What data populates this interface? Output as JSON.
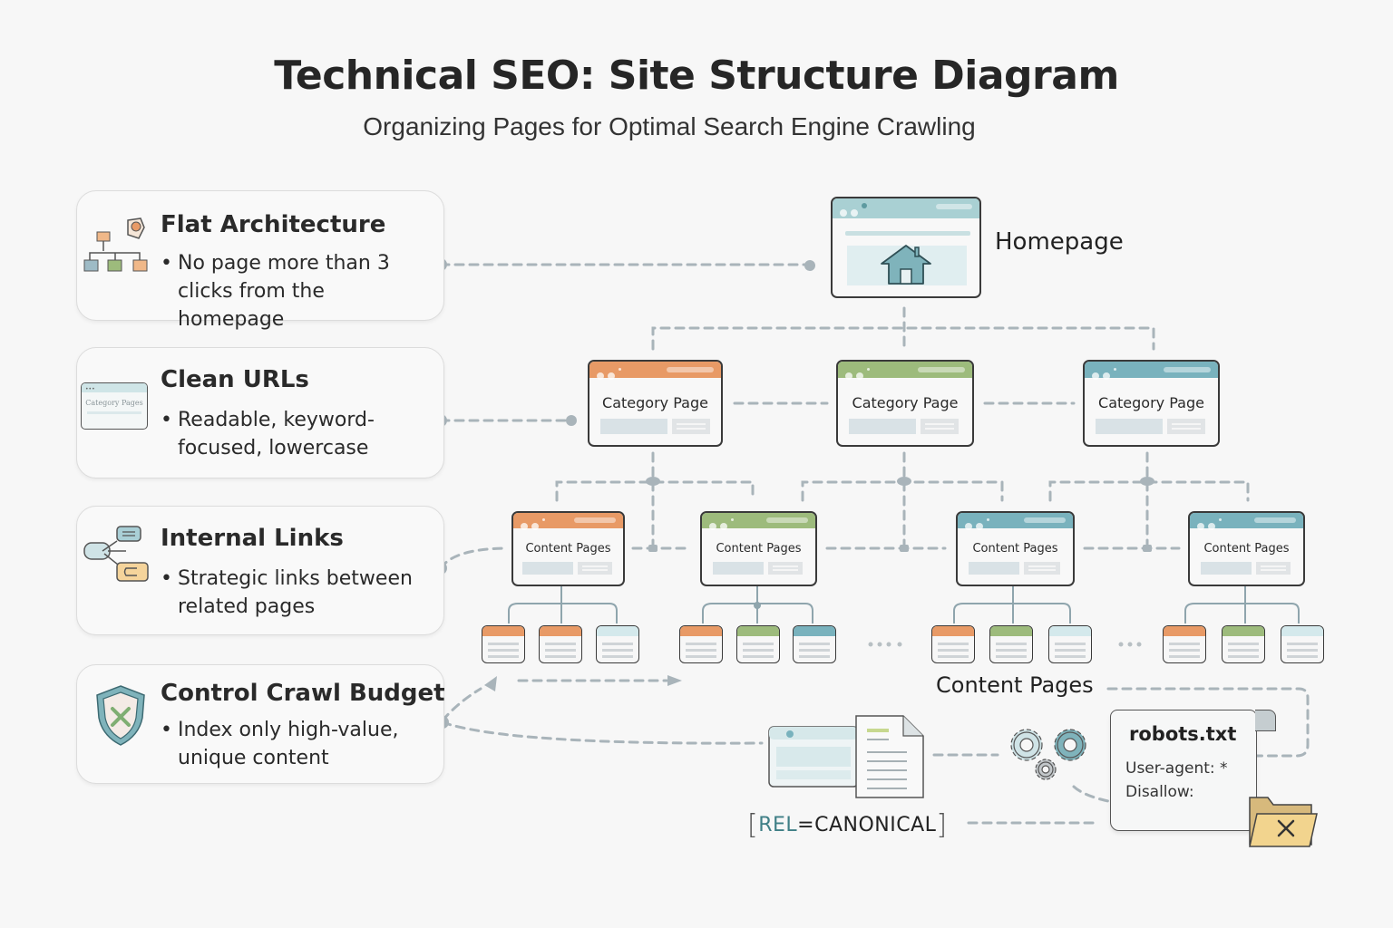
{
  "header": {
    "title": "Technical SEO: Site Structure Diagram",
    "subtitle": "Organizing Pages for Optimal Search Engine Crawling"
  },
  "cards": [
    {
      "title": "Flat Architecture",
      "bullet": "•",
      "body": "No page more than 3 clicks from the homepage",
      "icon": "hierarchy-icon"
    },
    {
      "title": "Clean URLs",
      "bullet": "•",
      "body": "Readable, keyword-focused, lowercase",
      "icon": "browser-url-icon",
      "icon_text": "Category Pages"
    },
    {
      "title": "Internal Links",
      "bullet": "•",
      "body": "Strategic links between related pages",
      "icon": "chain-link-icon"
    },
    {
      "title": "Control Crawl Budget",
      "bullet": "•",
      "body": "Index only high-value, unique content",
      "icon": "shield-x-icon"
    }
  ],
  "tree": {
    "homepage": {
      "label": "Homepage",
      "icon": "house-icon"
    },
    "categories": [
      {
        "label": "Category Page",
        "color": "#e89a66"
      },
      {
        "label": "Category Page",
        "color": "#9dbb7c"
      },
      {
        "label": "Category Page",
        "color": "#79b2bd"
      }
    ],
    "content_nodes": [
      {
        "label": "Content Pages",
        "color": "#e89a66"
      },
      {
        "label": "Content Pages",
        "color": "#9dbb7c"
      },
      {
        "label": "Content Pages",
        "color": "#79b2bd"
      },
      {
        "label": "Content Pages",
        "color": "#79b2bd"
      }
    ],
    "leaf_groups": [
      [
        "orange",
        "orange",
        "lightteal"
      ],
      [
        "orange",
        "green",
        "teal"
      ],
      [
        "orange",
        "green",
        "lightteal"
      ],
      [
        "orange",
        "green",
        "lightteal"
      ]
    ],
    "ellipsis": "• • • •",
    "content_pages_label": "Content Pages"
  },
  "canonical": {
    "bracket_open": "[",
    "rel": "REL",
    "eq": "=CANONICAL",
    "bracket_close": "]"
  },
  "robots": {
    "title": "robots.txt",
    "line1": "User-agent: *",
    "line2": "Disallow:",
    "icon": "blocked-folder-icon"
  },
  "colors": {
    "orange": "#e89a66",
    "green": "#9dbb7c",
    "teal": "#79b2bd",
    "connector": "#a9b4ba"
  }
}
